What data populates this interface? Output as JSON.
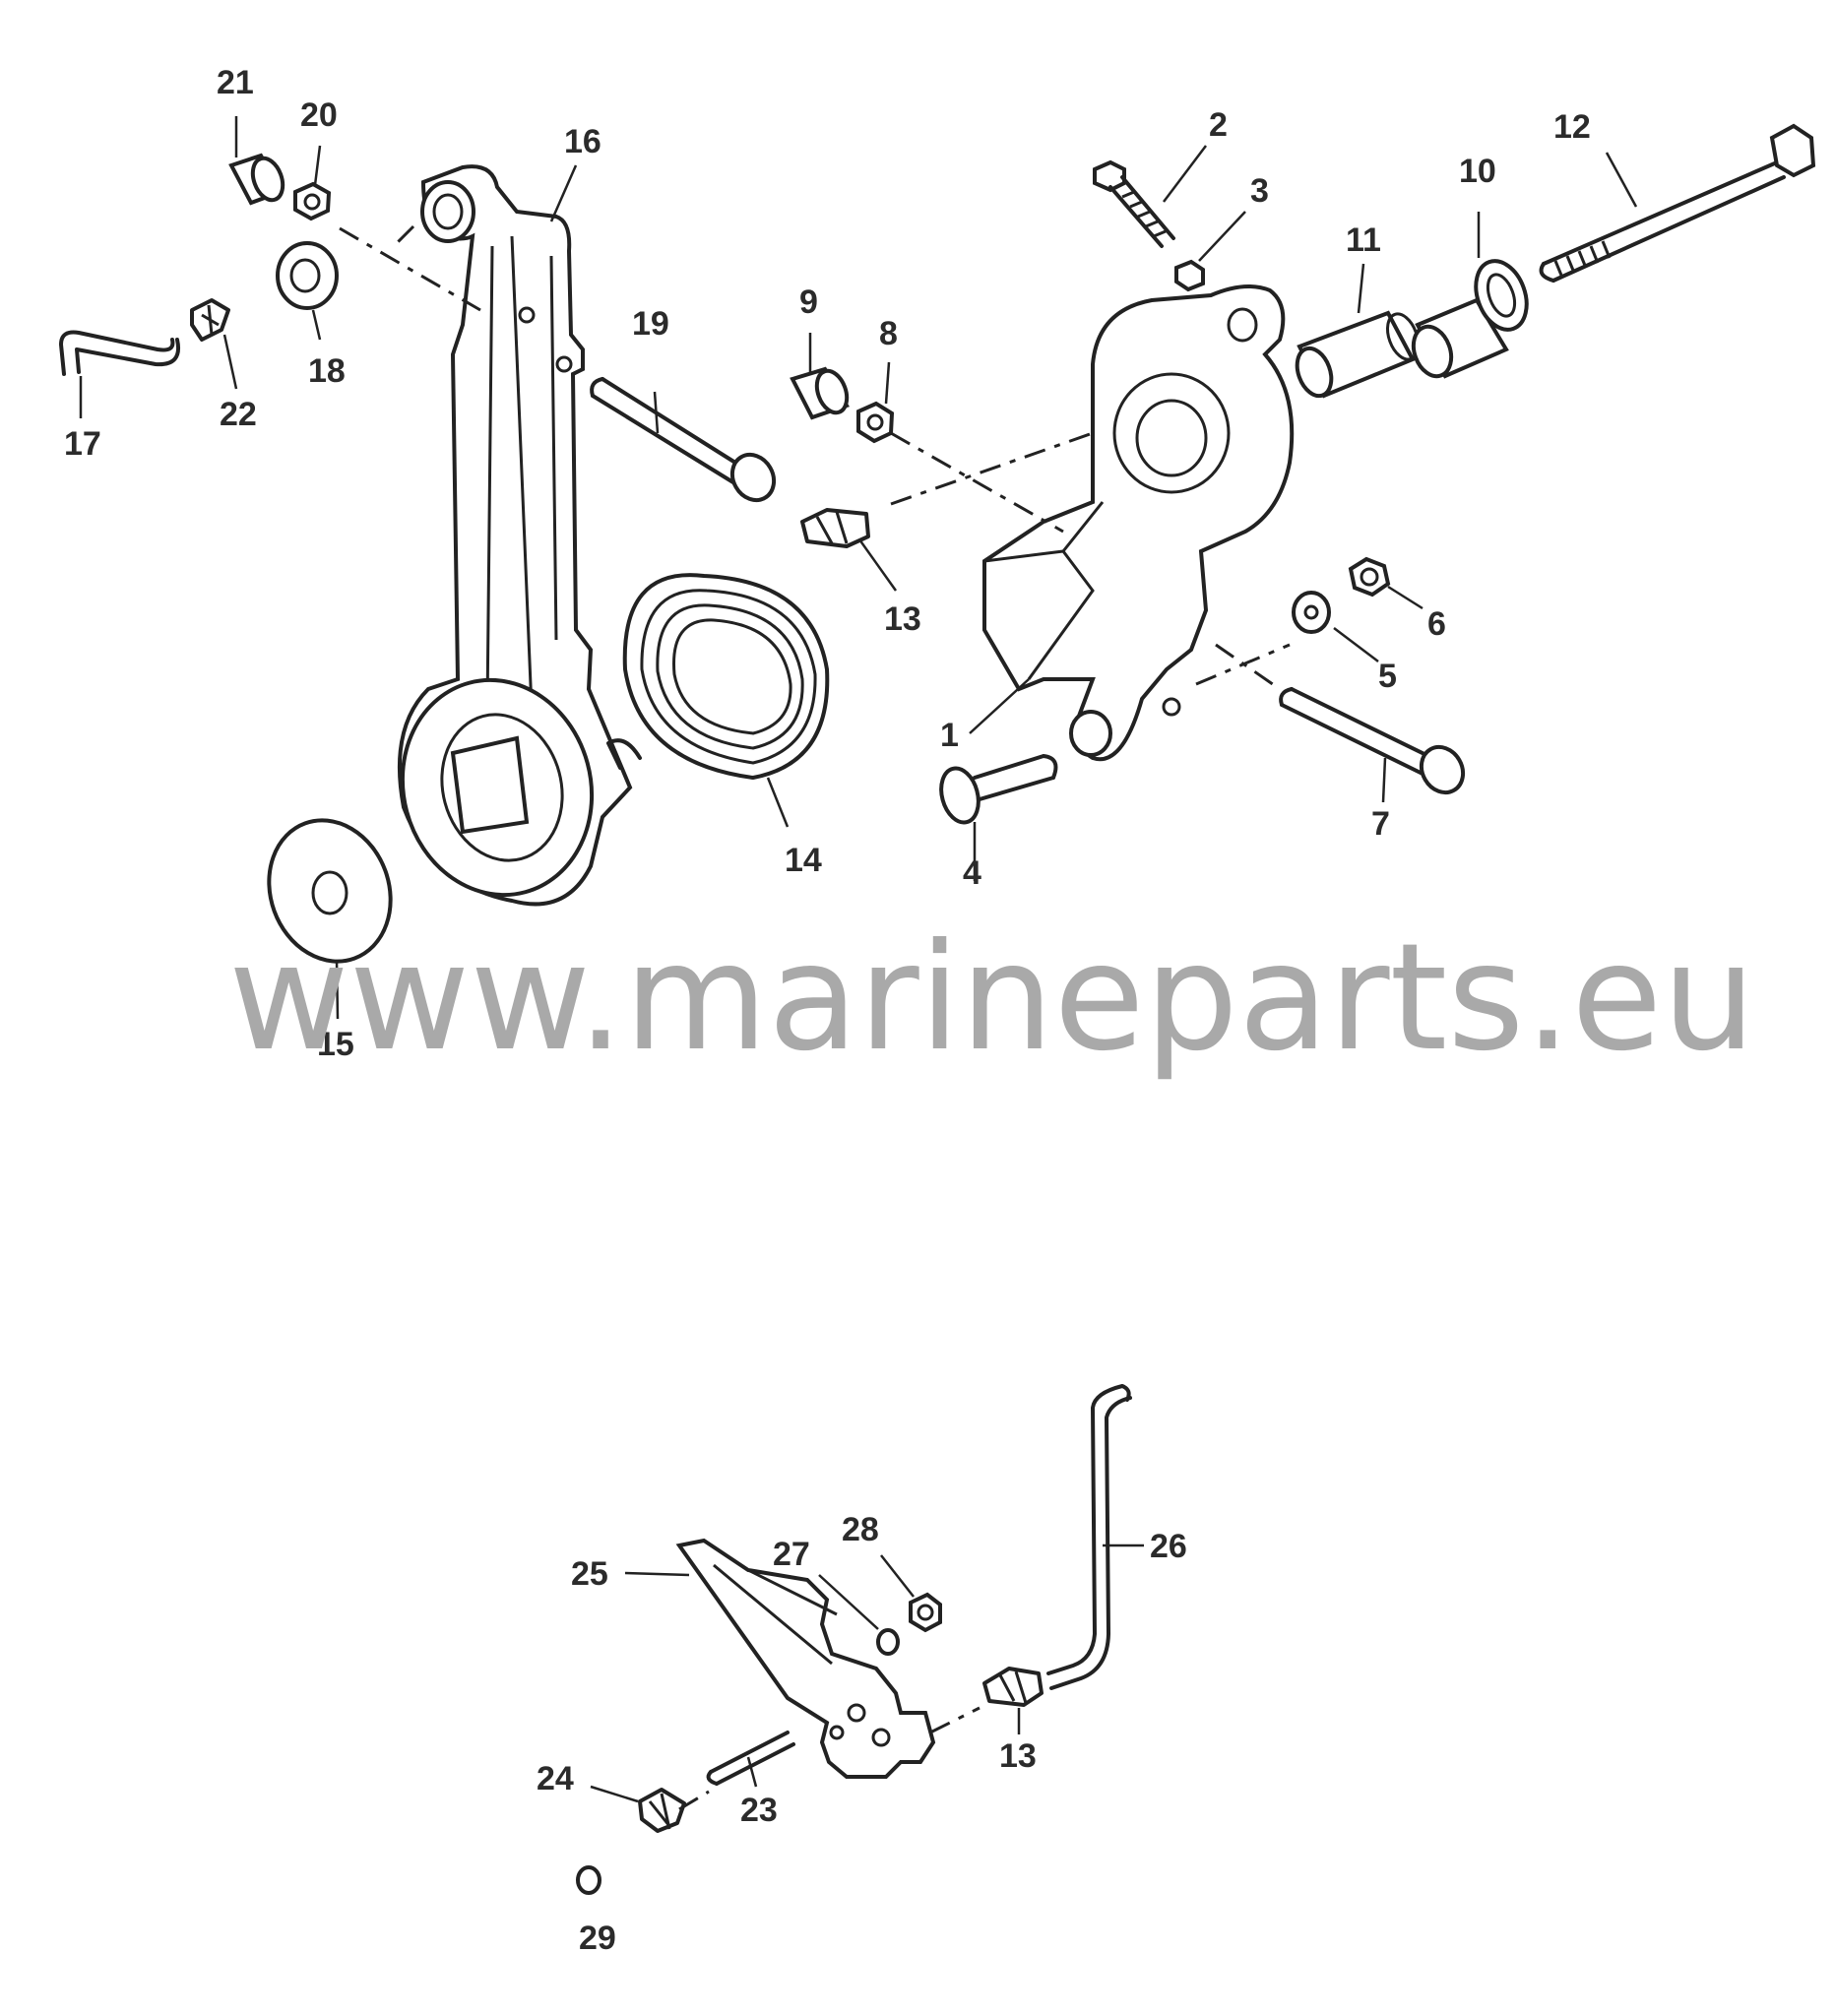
{
  "watermark": "www.marineparts.eu",
  "callouts": {
    "c1": "1",
    "c2": "2",
    "c3": "3",
    "c4": "4",
    "c5": "5",
    "c6": "6",
    "c7": "7",
    "c8": "8",
    "c9": "9",
    "c10": "10",
    "c11": "11",
    "c12": "12",
    "c13a": "13",
    "c14": "14",
    "c15": "15",
    "c16": "16",
    "c17": "17",
    "c18": "18",
    "c19": "19",
    "c20": "20",
    "c21": "21",
    "c22": "22",
    "c23": "23",
    "c24": "24",
    "c25": "25",
    "c26": "26",
    "c27": "27",
    "c28": "28",
    "c13b": "13",
    "c29": "29"
  }
}
